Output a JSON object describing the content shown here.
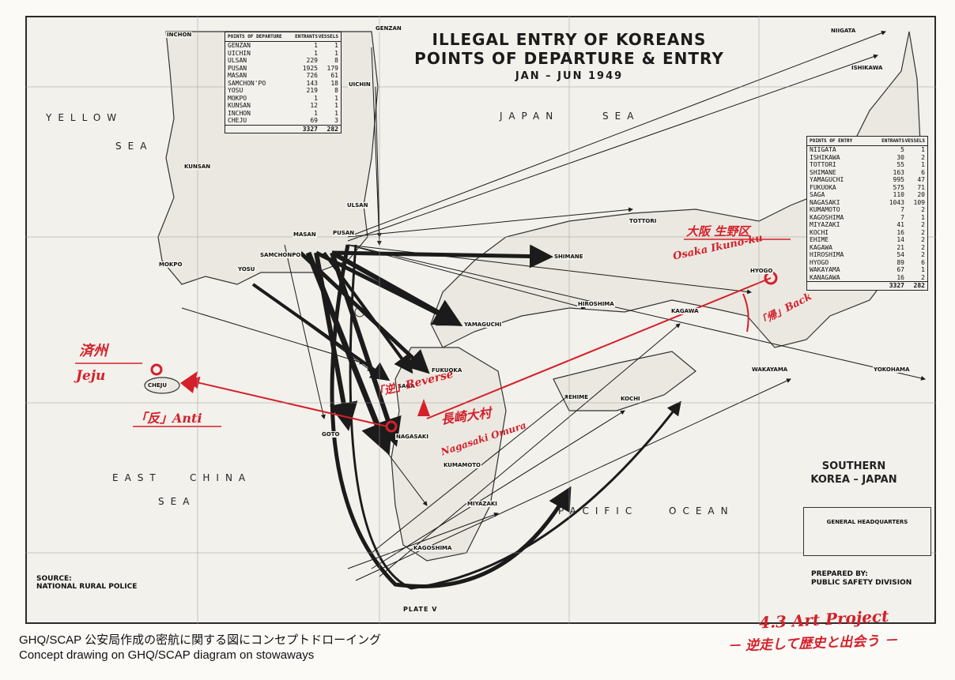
{
  "map": {
    "title_line1": "ILLEGAL ENTRY OF KOREANS",
    "title_line2": "POINTS OF DEPARTURE & ENTRY",
    "title_line3": "JAN – JUN 1949",
    "seas": {
      "yellow": "YELLOW",
      "yellow_sea": "SEA",
      "japan": "JAPAN",
      "japan_sea": "SEA",
      "east_china_1": "EAST",
      "east_china_2": "CHINA",
      "east_china_sea": "SEA",
      "pacific": "PACIFIC",
      "ocean": "OCEAN"
    },
    "places": {
      "inchon": "INCHON",
      "genzan": "GENZAN",
      "niigata": "NIIGATA",
      "uichin": "UICHIN",
      "ishikawa": "ISHIKAWA",
      "kunsan": "KUNSAN",
      "ulsan": "ULSAN",
      "pusan": "PUSAN",
      "masan": "MASAN",
      "samchonpo": "SAMCHONPO",
      "yosu": "YOSU",
      "mokpo": "MOKPO",
      "tottori": "TOTTORI",
      "shimane": "SHIMANE",
      "hyogo": "HYOGO",
      "hiroshima": "HIROSHIMA",
      "yamaguchi": "YAMAGUCHI",
      "kagawa": "KAGAWA",
      "fukuoka": "FUKUOKA",
      "saga": "SAGA",
      "nagasaki": "NAGASAKI",
      "goto": "GOTO",
      "kumamoto": "KUMAMOTO",
      "ehime": "EHIME",
      "kochi": "KOCHI",
      "miyazaki": "MIYAZAKI",
      "kagoshima": "KAGOSHIMA",
      "wakayama": "WAKAYAMA",
      "yokohama": "YOKOHAMA",
      "cheju": "CHEJU"
    },
    "departure_table": {
      "header": [
        "POINTS OF DEPARTURE",
        "ENTRANTS",
        "VESSELS"
      ],
      "rows": [
        [
          "GENZAN",
          "1",
          "1"
        ],
        [
          "UICHIN",
          "1",
          "1"
        ],
        [
          "ULSAN",
          "229",
          "8"
        ],
        [
          "PUSAN",
          "1925",
          "179"
        ],
        [
          "MASAN",
          "726",
          "61"
        ],
        [
          "SAMCHON'PO",
          "143",
          "18"
        ],
        [
          "YOSU",
          "219",
          "8"
        ],
        [
          "MOKPO",
          "1",
          "1"
        ],
        [
          "KUNSAN",
          "12",
          "1"
        ],
        [
          "INCHON",
          "1",
          "1"
        ],
        [
          "CHEJU",
          "69",
          "3"
        ]
      ],
      "total": [
        "",
        "3327",
        "282"
      ]
    },
    "entry_table": {
      "header": [
        "POINTS OF ENTRY",
        "ENTRANTS",
        "VESSELS"
      ],
      "rows": [
        [
          "NIIGATA",
          "5",
          "1"
        ],
        [
          "ISHIKAWA",
          "30",
          "2"
        ],
        [
          "TOTTORI",
          "55",
          "1"
        ],
        [
          "SHIMANE",
          "163",
          "6"
        ],
        [
          "YAMAGUCHI",
          "995",
          "47"
        ],
        [
          "FUKUOKA",
          "575",
          "71"
        ],
        [
          "SAGA",
          "110",
          "20"
        ],
        [
          "NAGASAKI",
          "1043",
          "109"
        ],
        [
          "KUMAMOTO",
          "7",
          "2"
        ],
        [
          "KAGOSHIMA",
          "7",
          "1"
        ],
        [
          "MIYAZAKI",
          "41",
          "2"
        ],
        [
          "KOCHI",
          "16",
          "2"
        ],
        [
          "EHIME",
          "14",
          "2"
        ],
        [
          "KAGAWA",
          "21",
          "2"
        ],
        [
          "HIROSHIMA",
          "54",
          "2"
        ],
        [
          "HYOGO",
          "89",
          "6"
        ],
        [
          "WAKAYAMA",
          "67",
          "1"
        ],
        [
          "KANAGAWA",
          "16",
          "2"
        ]
      ],
      "total": [
        "",
        "3327",
        "282"
      ]
    },
    "region_line1": "SOUTHERN",
    "region_line2": "KOREA – JAPAN",
    "hq": "GENERAL HEADQUARTERS",
    "prepared_by": "PREPARED BY:",
    "prepared_org": "PUBLIC SAFETY DIVISION",
    "source_label": "SOURCE:",
    "source_org": "NATIONAL RURAL POLICE",
    "plate": "PLATE V"
  },
  "annotations": {
    "jeju_kanji": "済州",
    "jeju_roman": "Jeju",
    "anti": "「反」Anti",
    "reverse": "「逆」Reverse",
    "nagasaki_kanji": "長崎大村",
    "nagasaki_roman": "Nagasaki Omura",
    "osaka_kanji": "大阪 生野区",
    "osaka_roman": "Osaka Ikuno-ku",
    "back": "「帰」Back"
  },
  "caption": {
    "line1": "GHQ/SCAP 公安局作成の密航に関する図にコンセプトドローイング",
    "line2": "Concept drawing on GHQ/SCAP diagram on stowaways"
  },
  "project": {
    "line1": "4.3 Art Project",
    "line2": "－ 逆走して歴史と出会う －"
  },
  "colors": {
    "annotation_red": "#d4202a",
    "ink": "#1b1b1b",
    "paper": "#f3f1ec"
  }
}
